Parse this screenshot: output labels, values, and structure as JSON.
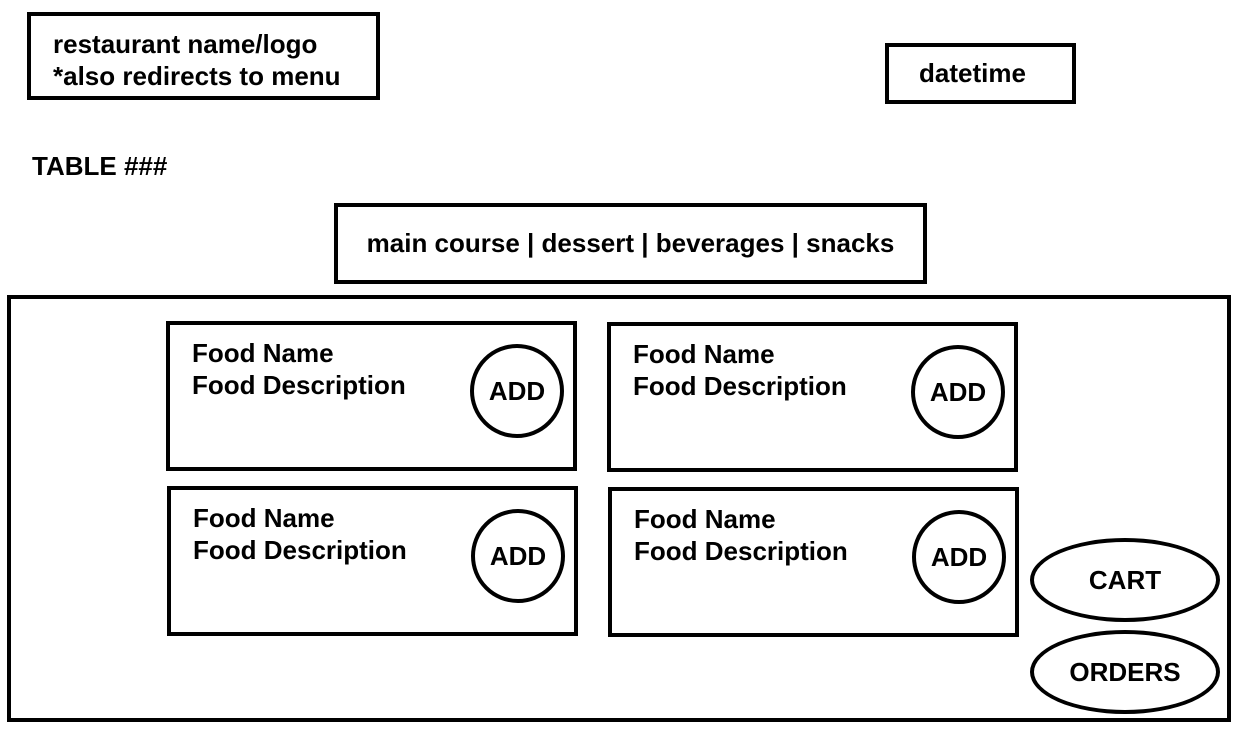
{
  "header": {
    "logo_line1": "restaurant name/logo",
    "logo_line2": "*also redirects to menu",
    "datetime": "datetime",
    "table_label": "TABLE ###"
  },
  "categories": [
    "main course",
    "dessert",
    "beverages",
    "snacks"
  ],
  "separator": " | ",
  "food_items": [
    {
      "name": "Food Name",
      "description": "Food Description",
      "add_label": "ADD"
    },
    {
      "name": "Food Name",
      "description": "Food Description",
      "add_label": "ADD"
    },
    {
      "name": "Food Name",
      "description": "Food Description",
      "add_label": "ADD"
    },
    {
      "name": "Food Name",
      "description": "Food Description",
      "add_label": "ADD"
    }
  ],
  "actions": {
    "cart_label": "CART",
    "orders_label": "ORDERS"
  },
  "colors": {
    "stroke": "#000000",
    "background": "#ffffff"
  }
}
